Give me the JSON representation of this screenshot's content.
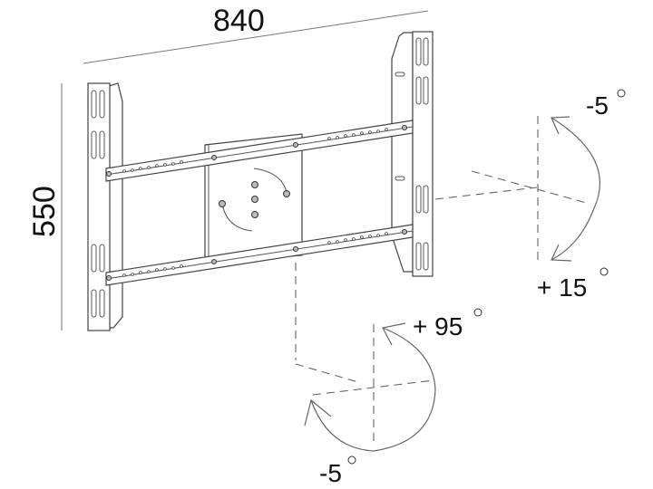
{
  "dimensions": {
    "width_label": "840",
    "height_label": "550"
  },
  "tilt": {
    "up_label": "-5",
    "down_label": "+ 15",
    "degree_symbol": "°"
  },
  "swivel": {
    "positive_label": "+ 95",
    "negative_label": "-5",
    "degree_symbol": "°"
  }
}
